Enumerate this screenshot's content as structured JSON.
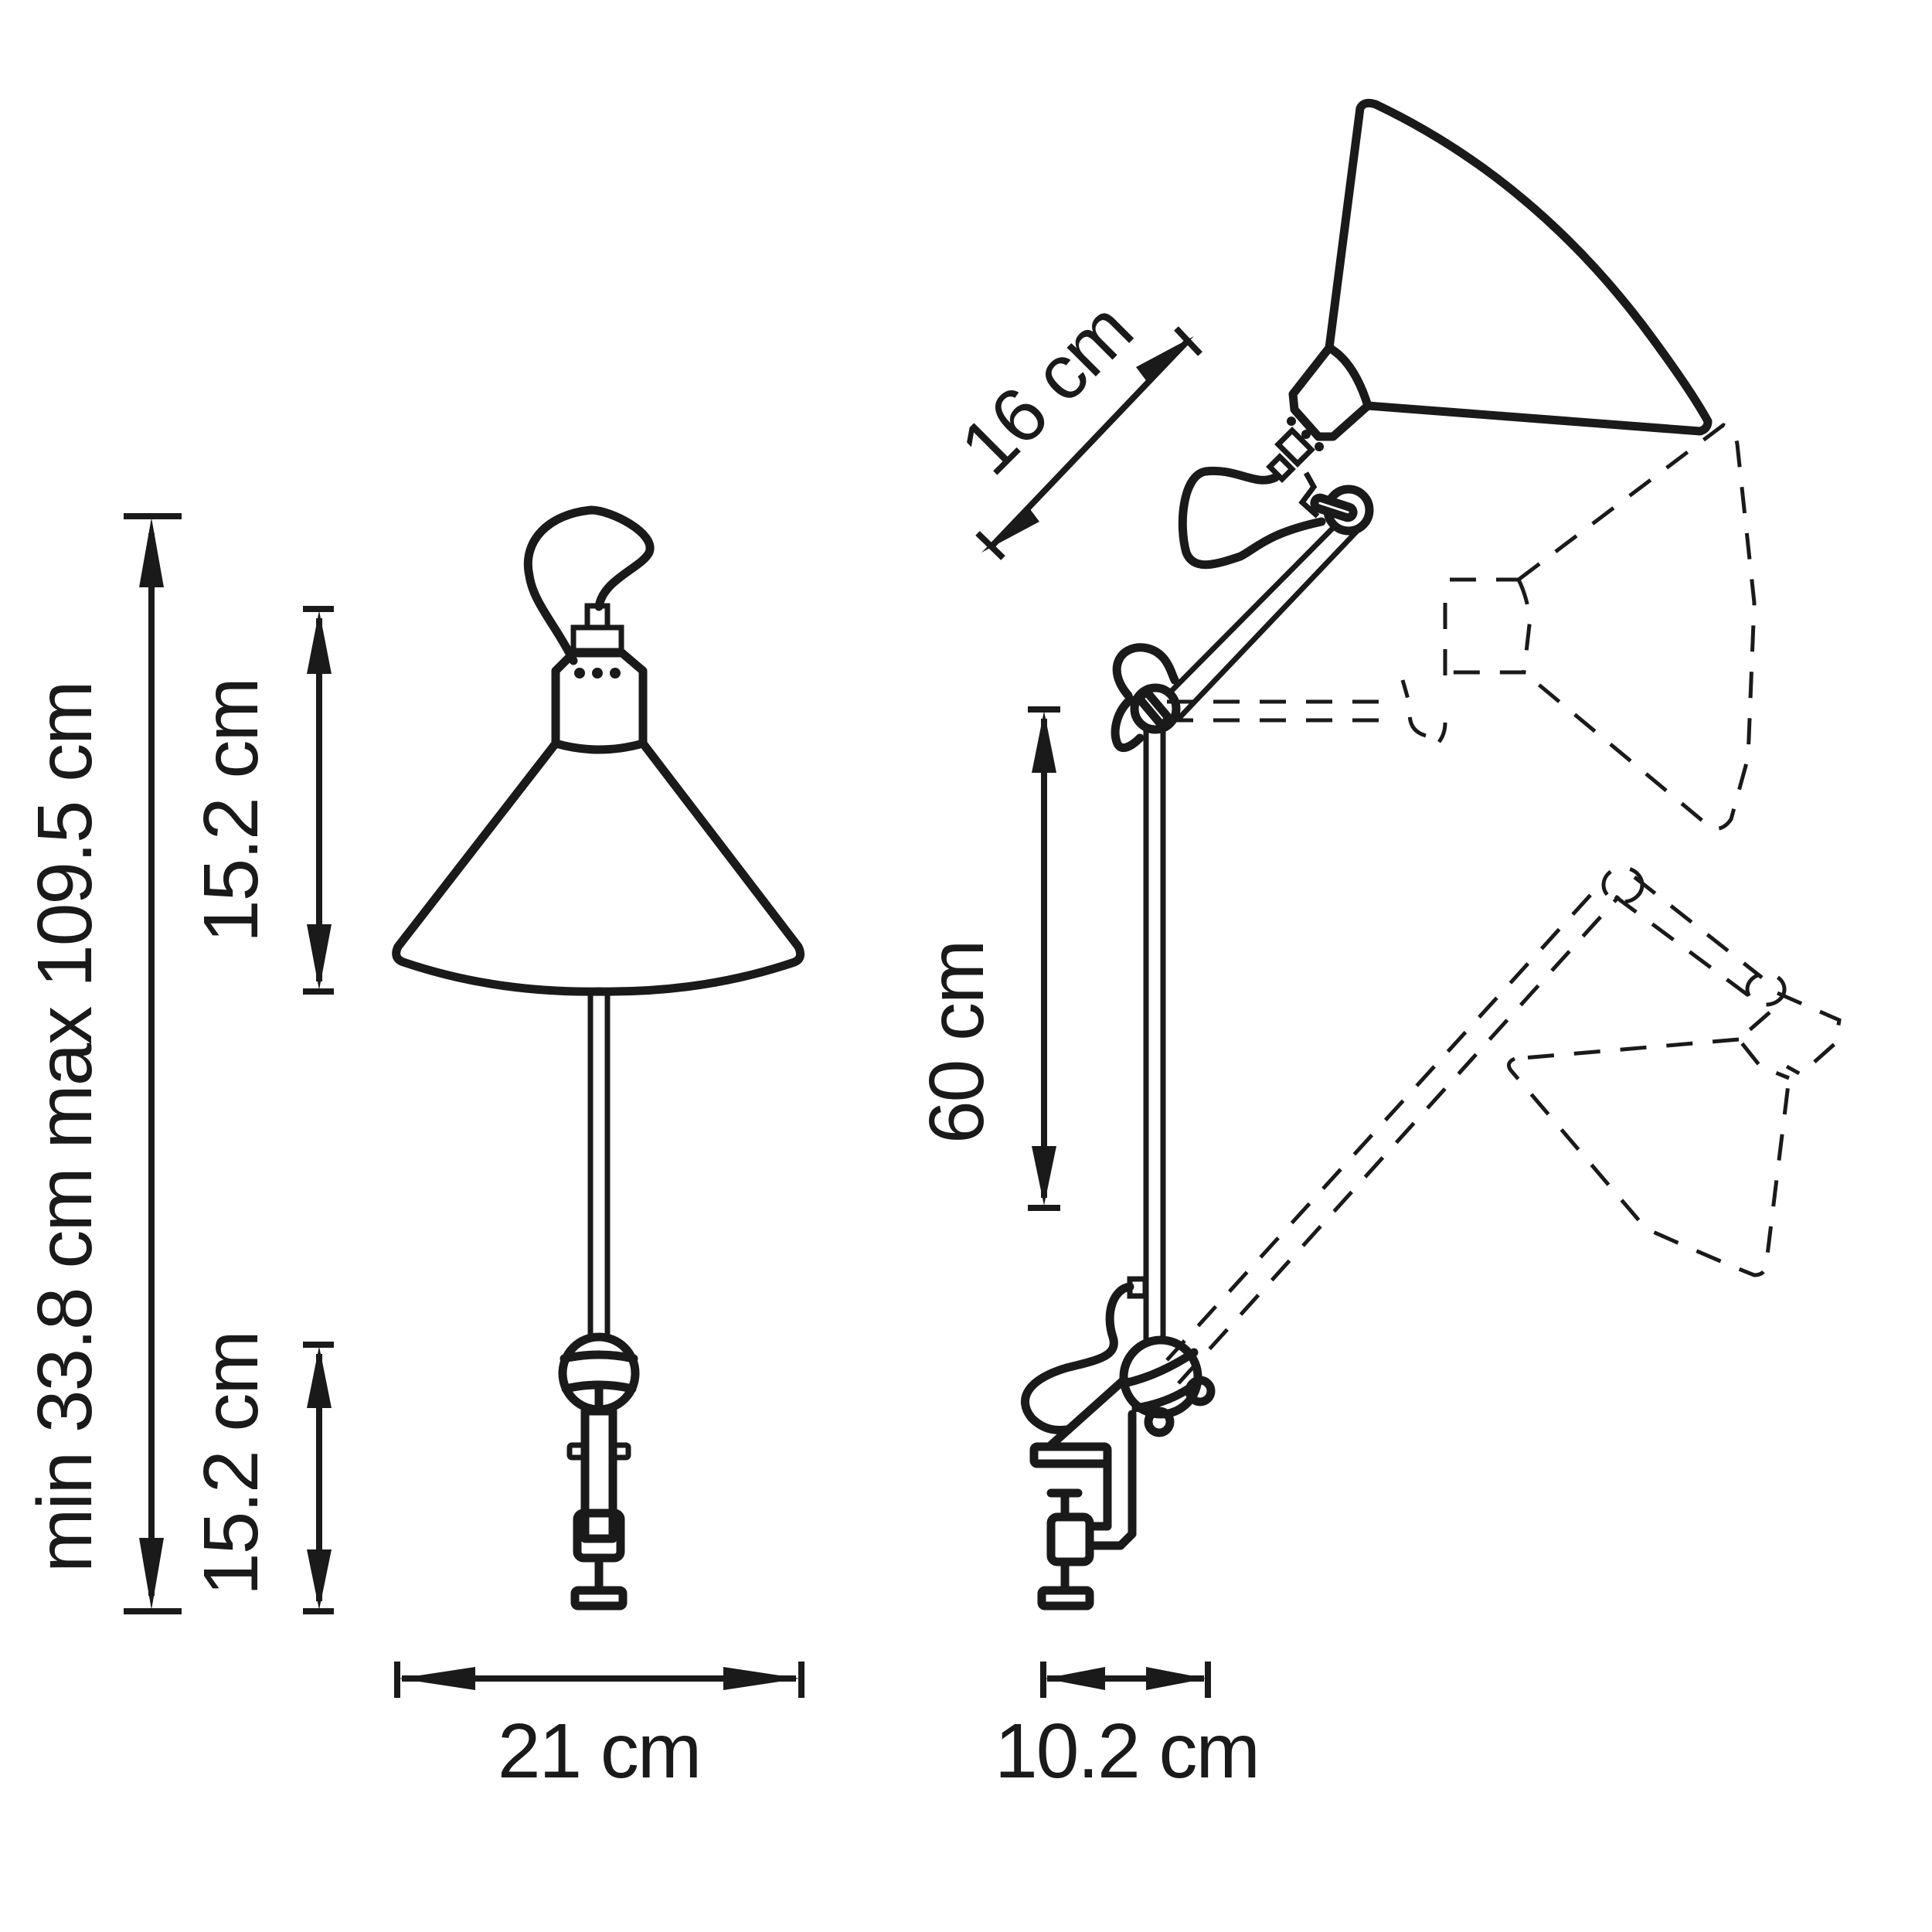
{
  "diagram": {
    "subject": "clamp-mounted desk lamp dimension drawing",
    "views": [
      "front-view",
      "side-view-with-adjustment-positions"
    ],
    "colors": {
      "line": "#1a1a1a",
      "background": "#ffffff"
    }
  },
  "dimensions": {
    "total_height": "min 33.8 cm max 109.5 cm",
    "shade_height": "15.2 cm",
    "clamp_height": "15.2 cm",
    "shade_width": "21 cm",
    "clamp_depth": "10.2 cm",
    "arm_length": "60 cm",
    "shade_length": "16 cm"
  }
}
